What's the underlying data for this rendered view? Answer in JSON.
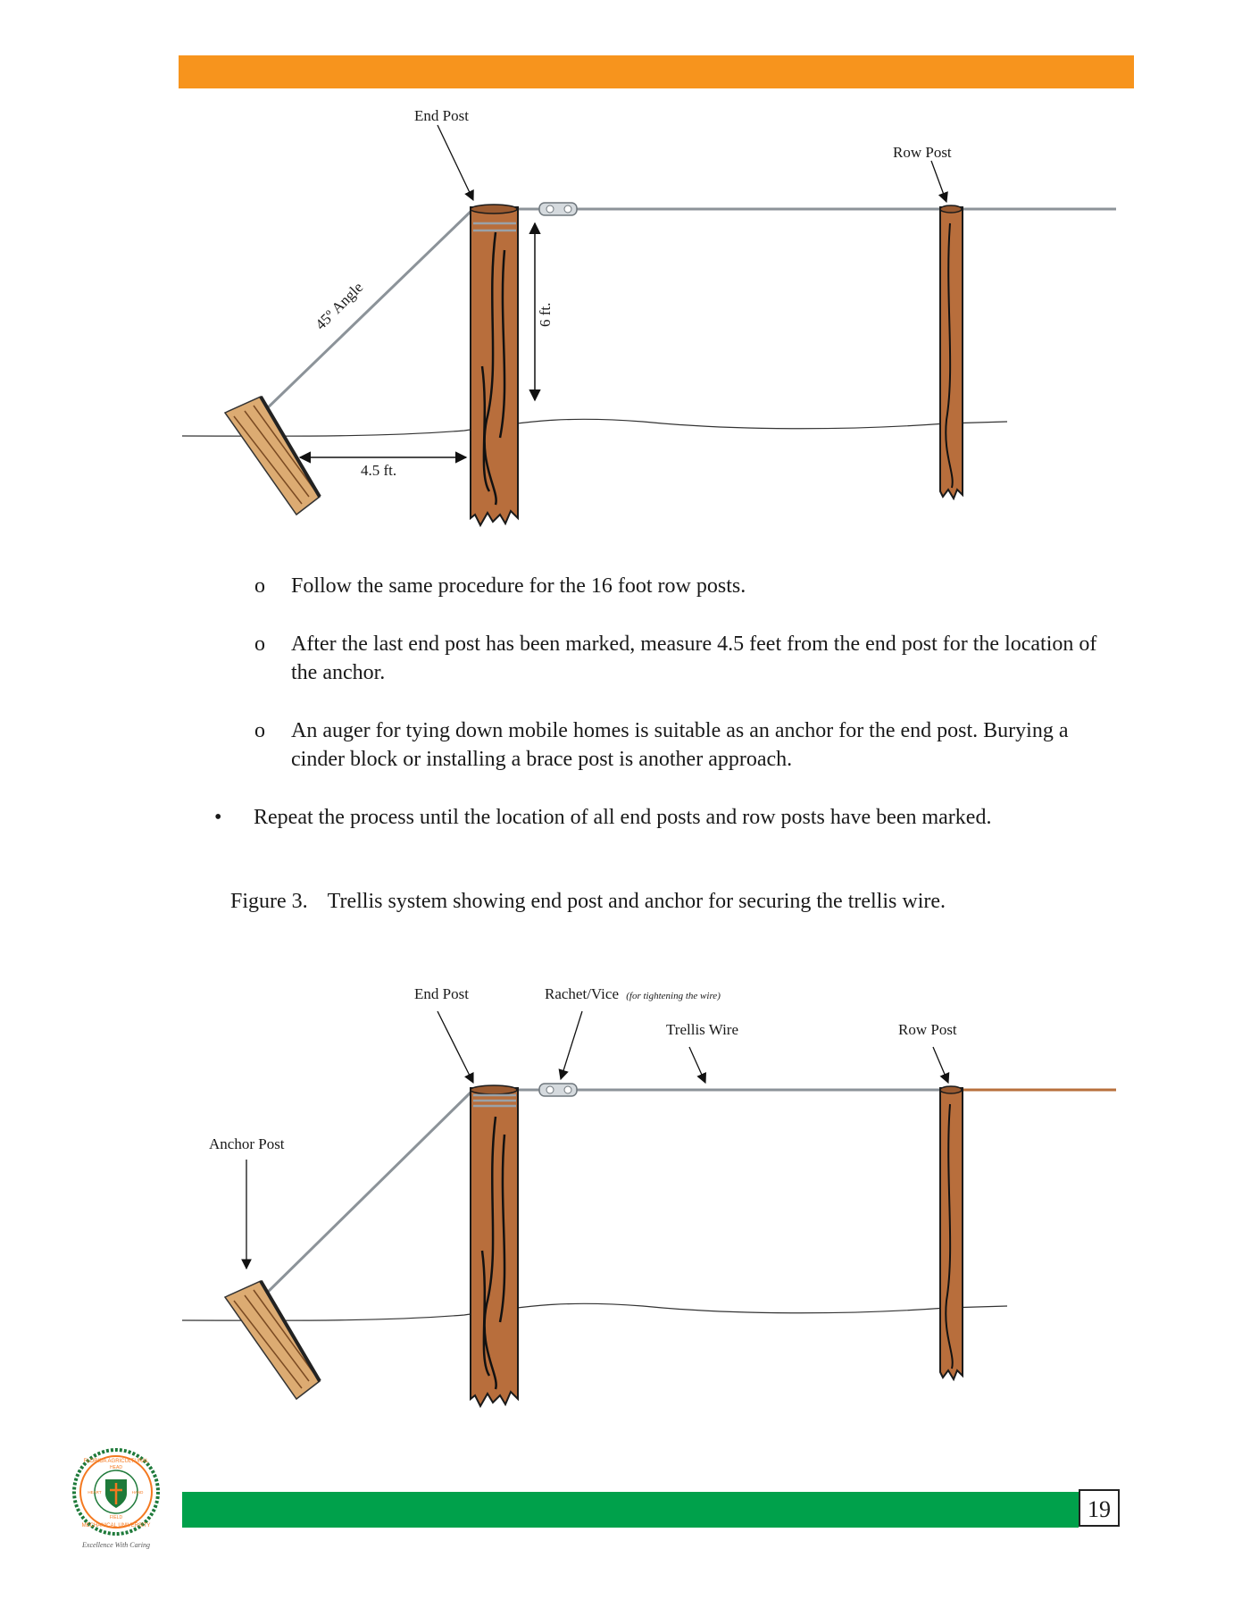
{
  "figure_top": {
    "end_post_label": "End Post",
    "row_post_label": "Row Post",
    "angle_label": "45º Angle",
    "height_label": "6 ft.",
    "distance_label": "4.5 ft."
  },
  "bullets": [
    {
      "marker": "o",
      "text": "Follow the same procedure for the 16 foot row posts."
    },
    {
      "marker": "o",
      "text": "After the last end post has been marked, measure 4.5 feet from the end post for the location of the anchor."
    },
    {
      "marker": "o",
      "text": "An auger for tying down mobile homes is suitable as an anchor for the end post. Burying a cinder block or installing a brace post is another approach."
    },
    {
      "marker": "•",
      "text": "Repeat the process until the location of all end posts and row posts have been marked."
    }
  ],
  "caption": {
    "number": "Figure 3.",
    "text": "Trellis system showing end post and anchor for securing the trellis wire."
  },
  "figure_bottom": {
    "end_post_label": "End Post",
    "rachet_label": "Rachet/Vice",
    "rachet_note": "(for tightening the wire)",
    "trellis_wire_label": "Trellis Wire",
    "row_post_label": "Row Post",
    "anchor_post_label": "Anchor Post"
  },
  "footer": {
    "page_number": "19",
    "logo_text": {
      "top": "FLORIDA AGRICULTURAL",
      "bottom": "MECHANICAL UNIVERSITY",
      "head": "HEAD",
      "heart": "HEART",
      "hand": "HAND",
      "field": "FIELD"
    },
    "tagline": "Excellence With Caring"
  },
  "colors": {
    "orange_bar": "#f7941d",
    "green_bar": "#00a14b",
    "wood": "#b86e3c",
    "wire": "#8c9399",
    "wire_end": "#b8703c"
  }
}
